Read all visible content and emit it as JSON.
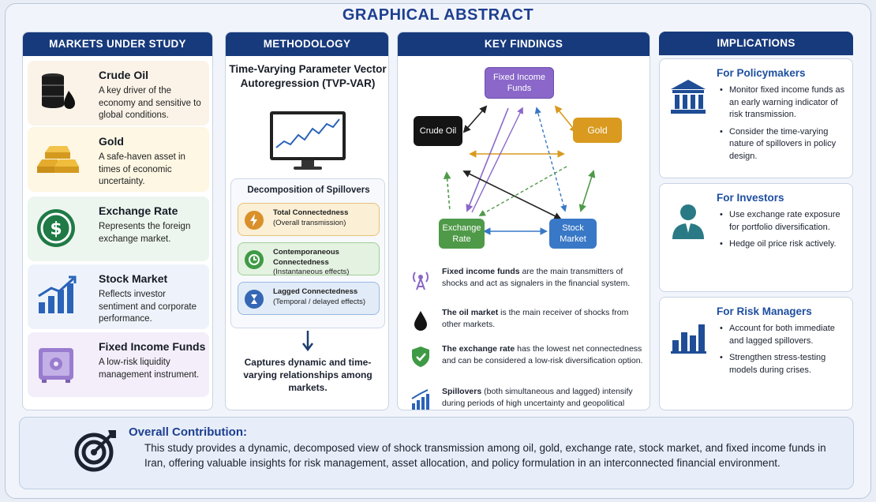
{
  "title": "GRAPHICAL ABSTRACT",
  "markets": {
    "header": "MARKETS UNDER STUDY",
    "items": [
      {
        "name": "Crude Oil",
        "desc": "A key driver of the economy and sensitive to global conditions.",
        "icon": "oil-barrel-icon",
        "bg": "#fbf3e8"
      },
      {
        "name": "Gold",
        "desc": "A safe-haven asset in times of economic uncertainty.",
        "icon": "gold-bars-icon",
        "bg": "#fdf7e3"
      },
      {
        "name": "Exchange Rate",
        "desc": "Represents the foreign exchange market.",
        "icon": "dollar-coin-icon",
        "bg": "#edf6ee"
      },
      {
        "name": "Stock Market",
        "desc": "Reflects investor sentiment and corporate performance.",
        "icon": "bar-chart-up-icon",
        "bg": "#eef3fb"
      },
      {
        "name": "Fixed Income Funds",
        "desc": "A low-risk liquidity management instrument.",
        "icon": "safe-icon",
        "bg": "#f3eefa"
      }
    ]
  },
  "methodology": {
    "header": "METHODOLOGY",
    "model": "Time-Varying Parameter Vector Autoregression (TVP-VAR)",
    "decomp_title": "Decomposition of Spillovers",
    "items": [
      {
        "title": "Total Connectedness",
        "sub": "(Overall transmission)",
        "bg": "#fbefd6",
        "border": "#e6c27a",
        "icon_color": "#d9902a"
      },
      {
        "title": "Contemporaneous Connectedness",
        "sub": "(Instantaneous effects)",
        "bg": "#e4f2e1",
        "border": "#9fcf96",
        "icon_color": "#3f9a45"
      },
      {
        "title": "Lagged Connectedness",
        "sub": "(Temporal / delayed effects)",
        "bg": "#e2ecf8",
        "border": "#9ab8e0",
        "icon_color": "#3567b5"
      }
    ],
    "captures": "Captures dynamic and time-varying relationships among markets."
  },
  "findings": {
    "header": "KEY FINDINGS",
    "nodes": {
      "fixed": "Fixed Income Funds",
      "oil": "Crude Oil",
      "gold": "Gold",
      "exchange": "Exchange Rate",
      "stock": "Stock Market"
    },
    "items": [
      {
        "bold": "Fixed income funds",
        "rest": " are the main transmitters of shocks and act as signalers in the financial system.",
        "icon": "broadcast-icon"
      },
      {
        "bold": "The oil market",
        "rest": " is the main receiver of shocks from other markets.",
        "icon": "oil-drop-icon"
      },
      {
        "bold": "The exchange rate",
        "rest": " has the lowest net connectedness and can be considered a low-risk diversification option.",
        "icon": "shield-check-icon"
      },
      {
        "bold": "Spillovers",
        "rest": " (both simultaneous and lagged) intensify during periods of high uncertainty and geopolitical tension.",
        "icon": "rising-bars-icon"
      }
    ]
  },
  "implications": {
    "header": "IMPLICATIONS",
    "cards": [
      {
        "title": "For Policymakers",
        "icon": "government-building-icon",
        "bullets": [
          "Monitor fixed income funds as an early warning indicator of risk transmission.",
          "Consider the time-varying nature of spillovers in policy design."
        ]
      },
      {
        "title": "For Investors",
        "icon": "investor-person-icon",
        "bullets": [
          "Use exchange rate exposure for portfolio diversification.",
          "Hedge oil price risk actively."
        ]
      },
      {
        "title": "For Risk Managers",
        "icon": "bar-graph-icon",
        "bullets": [
          "Account for both immediate and lagged spillovers.",
          "Strengthen stress-testing models during crises."
        ]
      }
    ]
  },
  "contribution": {
    "title": "Overall Contribution:",
    "text": "This study provides a dynamic, decomposed view of shock transmission among oil, gold, exchange rate, stock market, and fixed income funds in Iran, offering valuable insights for risk management, asset allocation, and policy formulation in an interconnected financial environment."
  },
  "colors": {
    "navy": "#173a7c",
    "fixed_node": "#8a67c9",
    "oil_node": "#141414",
    "gold_node": "#d99a1f",
    "exchange_node": "#4f9a48",
    "stock_node": "#3978c6"
  }
}
